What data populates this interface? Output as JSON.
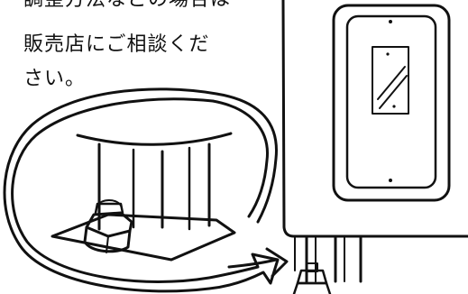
{
  "caption": {
    "lines": [
      "調整方法などの場合は",
      "販売店にご相談くだ",
      "さい。"
    ]
  },
  "colors": {
    "ink": "#111111",
    "paper": "#ffffff"
  }
}
